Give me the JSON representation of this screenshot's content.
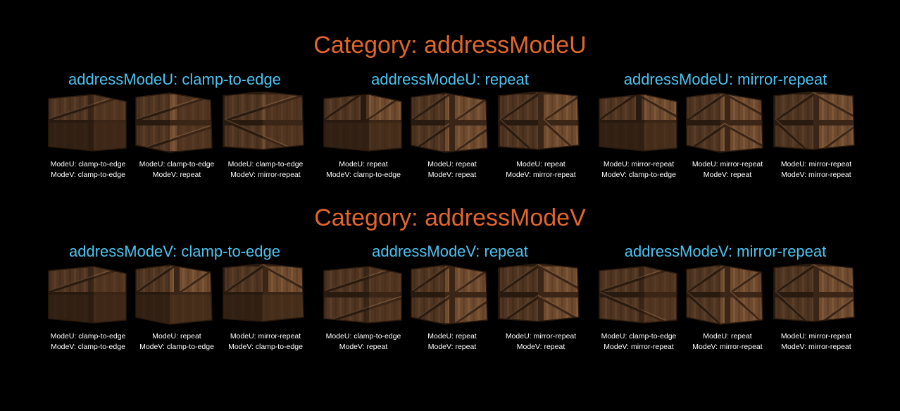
{
  "colors": {
    "background": "#000000",
    "category_title": "#e2662c",
    "group_title": "#4cc3f0",
    "caption": "#ffffff",
    "wood_light": "#8a6240",
    "wood_mid": "#6e4a2f",
    "wood_dark": "#3a2516",
    "wood_stripe": "#5a3a22"
  },
  "categories": [
    {
      "title": "Category: addressModeU",
      "groups": [
        {
          "title": "addressModeU: clamp-to-edge",
          "items": [
            {
              "u_label": "ModeU: clamp-to-edge",
              "v_label": "ModeV: clamp-to-edge",
              "u": "clamp-to-edge",
              "v": "clamp-to-edge"
            },
            {
              "u_label": "ModeU: clamp-to-edge",
              "v_label": "ModeV: repeat",
              "u": "clamp-to-edge",
              "v": "repeat"
            },
            {
              "u_label": "ModeU: clamp-to-edge",
              "v_label": "ModeV: mirror-repeat",
              "u": "clamp-to-edge",
              "v": "mirror-repeat"
            }
          ]
        },
        {
          "title": "addressModeU: repeat",
          "items": [
            {
              "u_label": "ModeU: repeat",
              "v_label": "ModeV: clamp-to-edge",
              "u": "repeat",
              "v": "clamp-to-edge"
            },
            {
              "u_label": "ModeU: repeat",
              "v_label": "ModeV: repeat",
              "u": "repeat",
              "v": "repeat"
            },
            {
              "u_label": "ModeU: repeat",
              "v_label": "ModeV: mirror-repeat",
              "u": "repeat",
              "v": "mirror-repeat"
            }
          ]
        },
        {
          "title": "addressModeU: mirror-repeat",
          "items": [
            {
              "u_label": "ModeU: mirror-repeat",
              "v_label": "ModeV: clamp-to-edge",
              "u": "mirror-repeat",
              "v": "clamp-to-edge"
            },
            {
              "u_label": "ModeU: mirror-repeat",
              "v_label": "ModeV: repeat",
              "u": "mirror-repeat",
              "v": "repeat"
            },
            {
              "u_label": "ModeU: mirror-repeat",
              "v_label": "ModeV: mirror-repeat",
              "u": "mirror-repeat",
              "v": "mirror-repeat"
            }
          ]
        }
      ]
    },
    {
      "title": "Category: addressModeV",
      "groups": [
        {
          "title": "addressModeV: clamp-to-edge",
          "items": [
            {
              "u_label": "ModeU: clamp-to-edge",
              "v_label": "ModeV: clamp-to-edge",
              "u": "clamp-to-edge",
              "v": "clamp-to-edge"
            },
            {
              "u_label": "ModeU: repeat",
              "v_label": "ModeV: clamp-to-edge",
              "u": "repeat",
              "v": "clamp-to-edge"
            },
            {
              "u_label": "ModeU: mirror-repeat",
              "v_label": "ModeV: clamp-to-edge",
              "u": "mirror-repeat",
              "v": "clamp-to-edge"
            }
          ]
        },
        {
          "title": "addressModeV: repeat",
          "items": [
            {
              "u_label": "ModeU: clamp-to-edge",
              "v_label": "ModeV: repeat",
              "u": "clamp-to-edge",
              "v": "repeat"
            },
            {
              "u_label": "ModeU: repeat",
              "v_label": "ModeV: repeat",
              "u": "repeat",
              "v": "repeat"
            },
            {
              "u_label": "ModeU: mirror-repeat",
              "v_label": "ModeV: repeat",
              "u": "mirror-repeat",
              "v": "repeat"
            }
          ]
        },
        {
          "title": "addressModeV: mirror-repeat",
          "items": [
            {
              "u_label": "ModeU: clamp-to-edge",
              "v_label": "ModeV: mirror-repeat",
              "u": "clamp-to-edge",
              "v": "mirror-repeat"
            },
            {
              "u_label": "ModeU: repeat",
              "v_label": "ModeV: mirror-repeat",
              "u": "repeat",
              "v": "mirror-repeat"
            },
            {
              "u_label": "ModeU: mirror-repeat",
              "v_label": "ModeV: mirror-repeat",
              "u": "mirror-repeat",
              "v": "mirror-repeat"
            }
          ]
        }
      ]
    }
  ]
}
